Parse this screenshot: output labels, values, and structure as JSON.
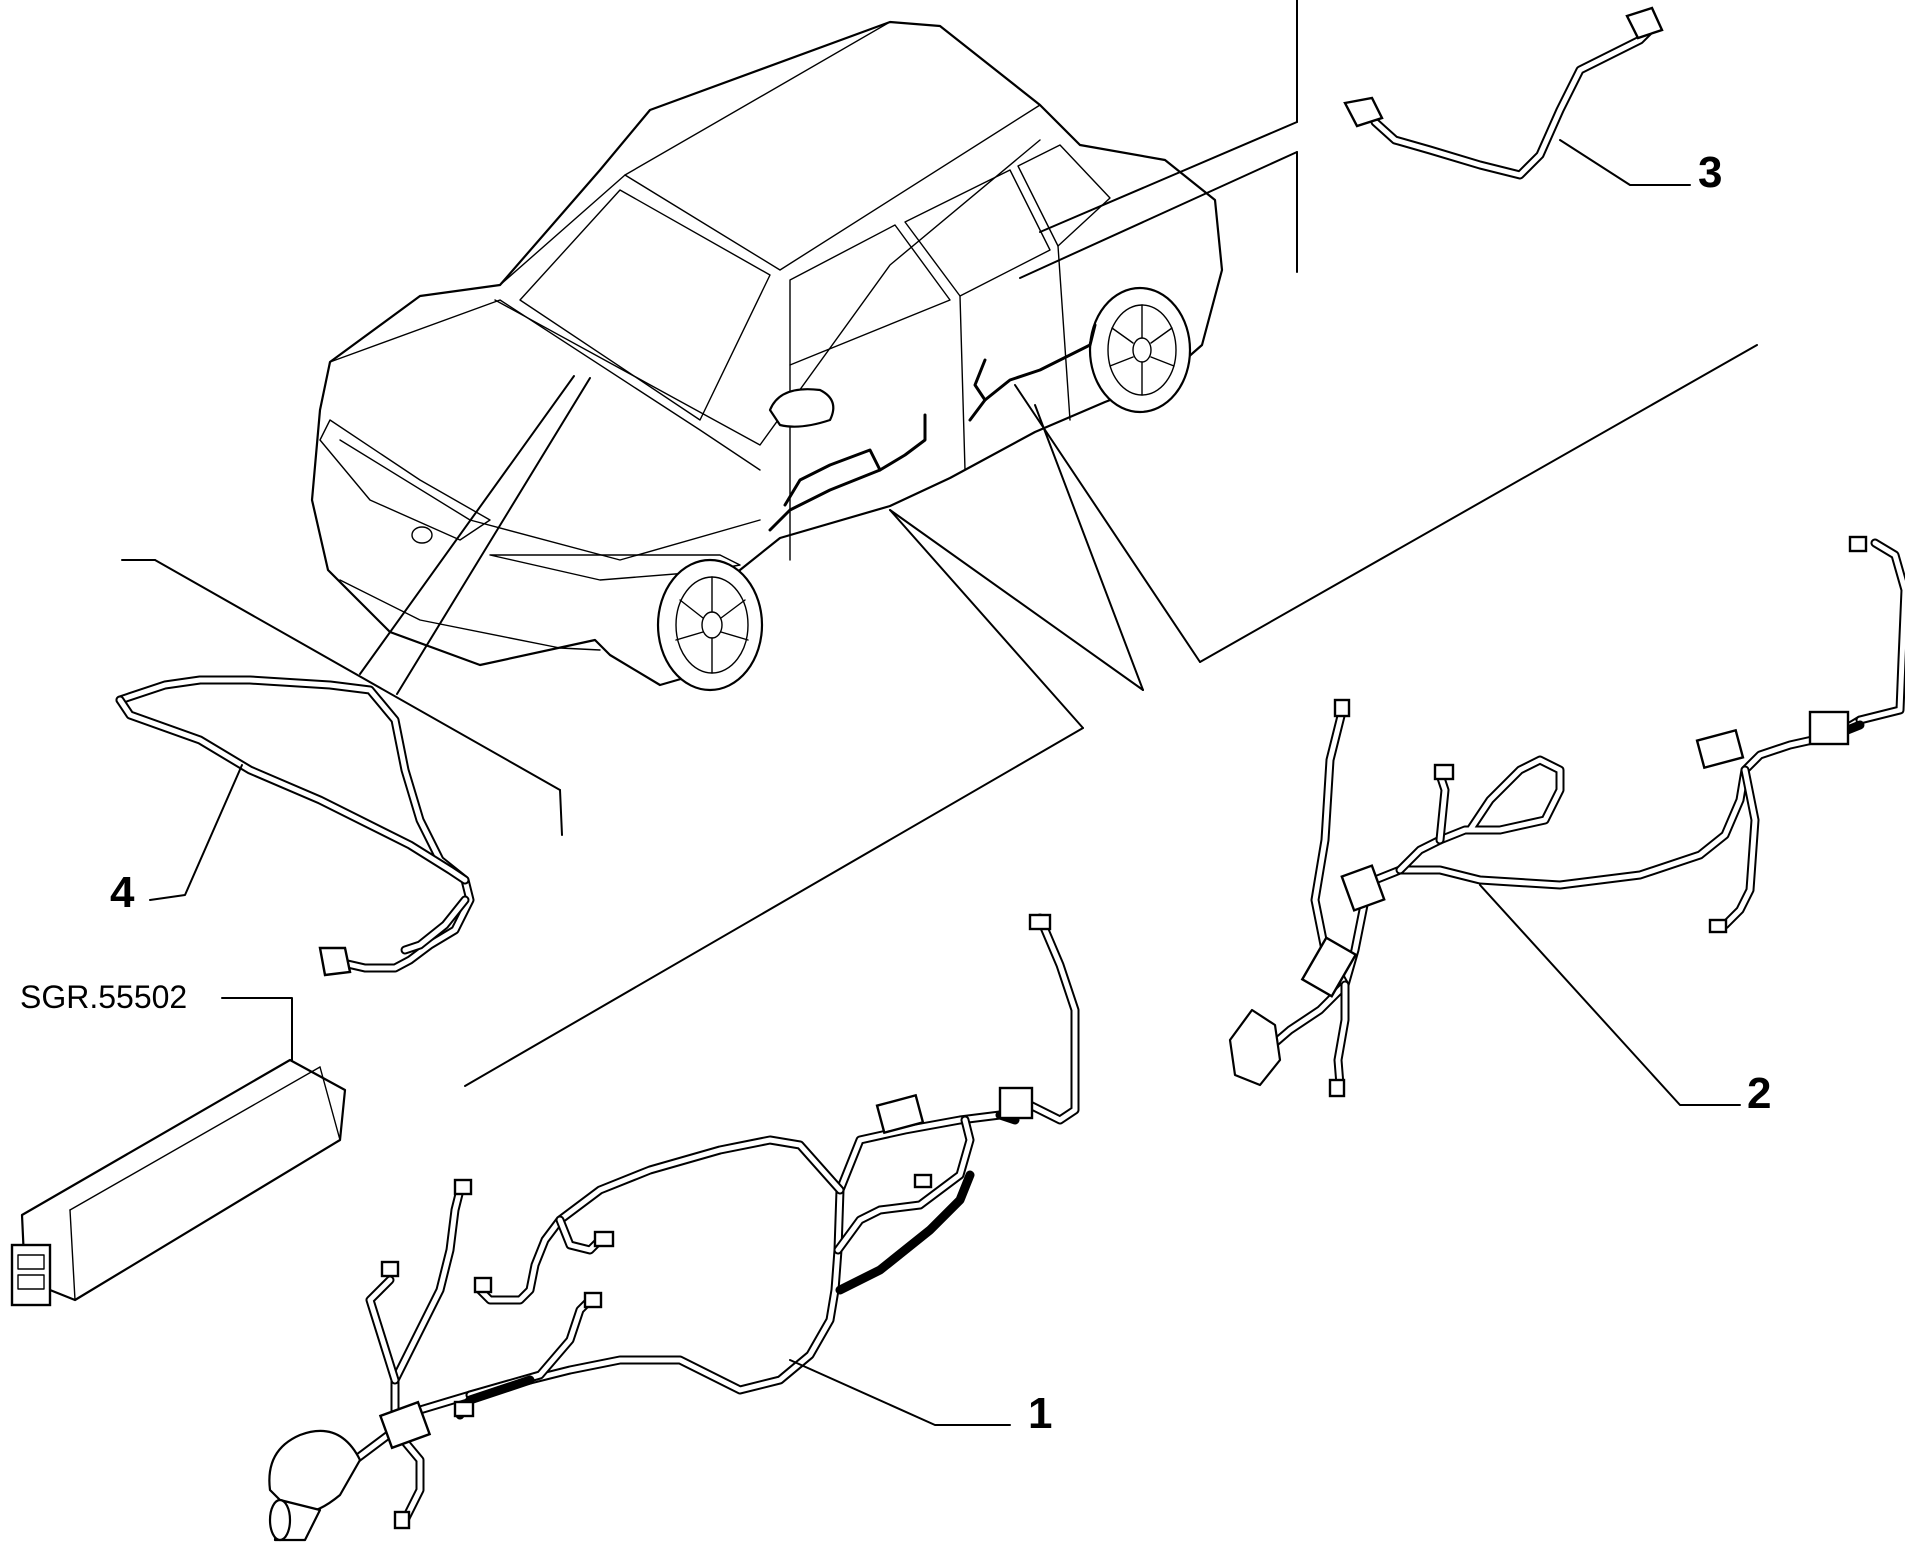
{
  "callouts": {
    "item_1": "1",
    "item_2": "2",
    "item_3": "3",
    "item_4": "4"
  },
  "reference": {
    "module_code": "SGR.55502"
  }
}
